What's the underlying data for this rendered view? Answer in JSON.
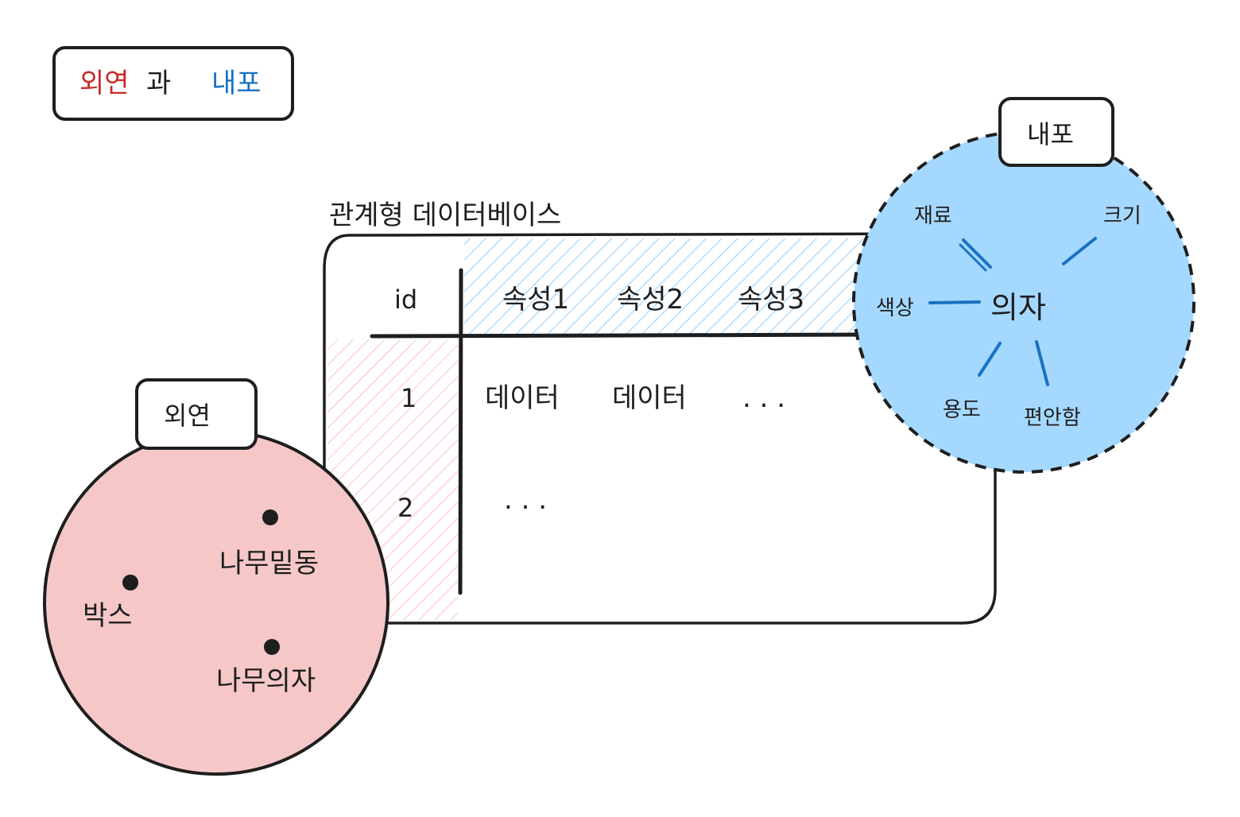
{
  "title": {
    "extension": "외연",
    "particle": "과",
    "intension": "내포"
  },
  "colors": {
    "extension_fill": "#f5c8c7",
    "intension_fill": "#a5d8ff",
    "extension_text": "#c92a2a",
    "intension_text": "#1971c2",
    "hatch_red": "#ffc9c9",
    "hatch_blue": "#74c0fc",
    "line_blue": "#1971c2",
    "ink": "#1e1e1e"
  },
  "database": {
    "label": "관계형 데이터베이스",
    "header": {
      "id": "id",
      "attributes": [
        "속성1",
        "속성2",
        "속성3"
      ]
    },
    "rows": [
      {
        "id": "1",
        "cells": [
          "데이터",
          "데이터",
          ". . ."
        ]
      },
      {
        "id": "2",
        "cells": [
          ". . ."
        ]
      }
    ]
  },
  "extension_circle": {
    "label": "외연",
    "items": [
      "나무밑동",
      "박스",
      "나무의자"
    ]
  },
  "intension_circle": {
    "label": "내포",
    "center": "의자",
    "attributes": [
      "재료",
      "크기",
      "색상",
      "용도",
      "편안함"
    ]
  }
}
